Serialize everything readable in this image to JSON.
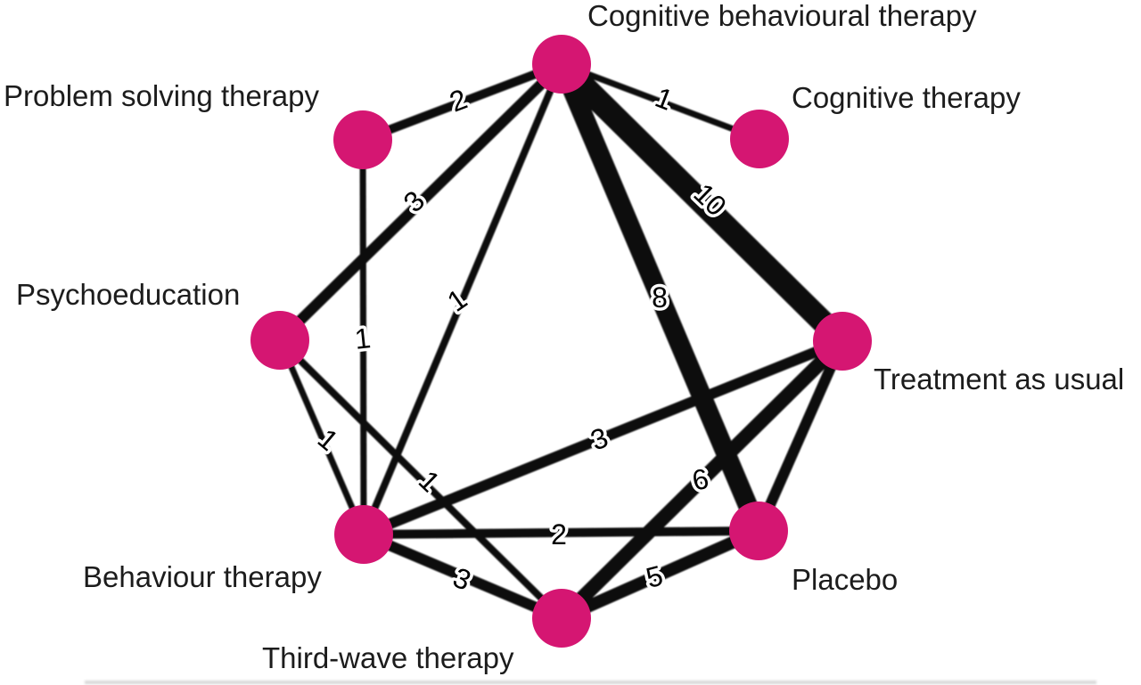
{
  "figure": {
    "background": "#ffffff",
    "node_color": "#d51672",
    "edge_color": "#0b0b0b",
    "node_label_color": "#1c1c1c",
    "edge_label_color": "#000000",
    "edge_label_halo": "#ffffff"
  },
  "chart_data": {
    "type": "network",
    "legend_position": "none",
    "nodes": [
      {
        "id": "cbt",
        "label": "Cognitive behavioural therapy"
      },
      {
        "id": "ct",
        "label": "Cognitive therapy"
      },
      {
        "id": "pst",
        "label": "Problem solving therapy"
      },
      {
        "id": "psy",
        "label": "Psychoeducation"
      },
      {
        "id": "tau",
        "label": "Treatment as usual"
      },
      {
        "id": "bt",
        "label": "Behaviour therapy"
      },
      {
        "id": "pla",
        "label": "Placebo"
      },
      {
        "id": "twt",
        "label": "Third-wave therapy"
      }
    ],
    "edges": [
      {
        "source": "Cognitive behavioural therapy",
        "target": "Problem solving therapy",
        "label": "2",
        "studies": 2
      },
      {
        "source": "Cognitive behavioural therapy",
        "target": "Cognitive therapy",
        "label": "1",
        "studies": 1
      },
      {
        "source": "Cognitive behavioural therapy",
        "target": "Psychoeducation",
        "label": "3",
        "studies": 3
      },
      {
        "source": "Cognitive behavioural therapy",
        "target": "Behaviour therapy",
        "label": "1",
        "studies": 1
      },
      {
        "source": "Cognitive behavioural therapy",
        "target": "Treatment as usual",
        "label": "10",
        "studies": 10
      },
      {
        "source": "Cognitive behavioural therapy",
        "target": "Placebo",
        "label": "8",
        "studies": 8
      },
      {
        "source": "Problem solving therapy",
        "target": "Behaviour therapy",
        "label": "1",
        "studies": 1
      },
      {
        "source": "Psychoeducation",
        "target": "Behaviour therapy",
        "label": "1",
        "studies": 1
      },
      {
        "source": "Psychoeducation",
        "target": "Third-wave therapy",
        "label": "1",
        "studies": 1
      },
      {
        "source": "Behaviour therapy",
        "target": "Treatment as usual",
        "label": "3",
        "studies": 3
      },
      {
        "source": "Behaviour therapy",
        "target": "Placebo",
        "label": "2",
        "studies": 2
      },
      {
        "source": "Behaviour therapy",
        "target": "Third-wave therapy",
        "label": "3",
        "studies": 3
      },
      {
        "source": "Treatment as usual",
        "target": "Third-wave therapy",
        "label": "6",
        "studies": 6
      },
      {
        "source": "Treatment as usual",
        "target": "Placebo",
        "label": "",
        "studies": null
      },
      {
        "source": "Third-wave therapy",
        "target": "Placebo",
        "label": "5",
        "studies": 5
      }
    ]
  }
}
